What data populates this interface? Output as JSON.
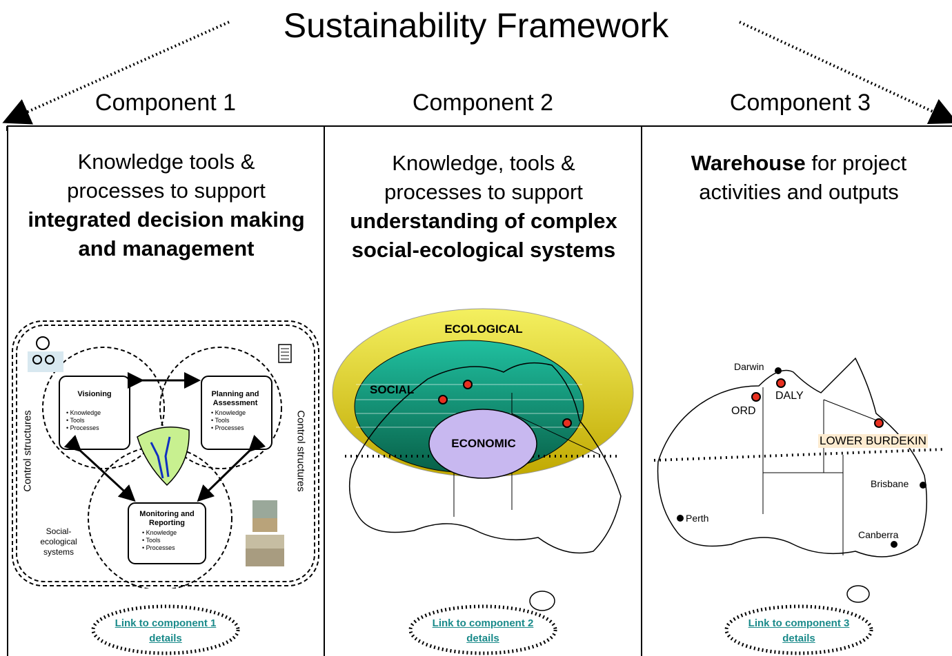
{
  "title": "Sustainability Framework",
  "components": [
    {
      "header": "Component 1",
      "desc_plain": "Knowledge tools & processes to support",
      "desc_bold": "integrated decision making and management",
      "link": "Link to component 1 details"
    },
    {
      "header": "Component 2",
      "desc_plain": "Knowledge, tools & processes to support",
      "desc_bold": "understanding of complex social-ecological systems",
      "link": "Link to component 2 details"
    },
    {
      "header": "Component 3",
      "desc_bold": "Warehouse",
      "desc_plain": "for project activities and outputs",
      "link": "Link to component 3 details"
    }
  ],
  "diagram1": {
    "control_left": "Control structures",
    "control_right": "Control structures",
    "social": "Social-ecological systems",
    "visioning": {
      "title": "Visioning",
      "items": [
        "Knowledge",
        "Tools",
        "Processes"
      ]
    },
    "planning": {
      "title": "Planning and Assessment",
      "items": [
        "Knowledge",
        "Tools",
        "Processes"
      ]
    },
    "monitoring": {
      "title": "Monitoring and Reporting",
      "items": [
        "Knowledge",
        "Tools",
        "Processes"
      ]
    }
  },
  "diagram2": {
    "ecological": "ECOLOGICAL",
    "social": "SOCIAL",
    "economic": "ECONOMIC"
  },
  "diagram3": {
    "cities": [
      "Darwin",
      "Brisbane",
      "Perth",
      "Canberra"
    ],
    "sites": [
      "DALY",
      "ORD",
      "LOWER BURDEKIN"
    ]
  },
  "colors": {
    "link": "#1a8a8a",
    "teal": "#0a9a7a",
    "yellow": "#e8e030",
    "lavender": "#c8b8f0",
    "site_red": "#e83020",
    "leaf_green": "#c8f090"
  }
}
